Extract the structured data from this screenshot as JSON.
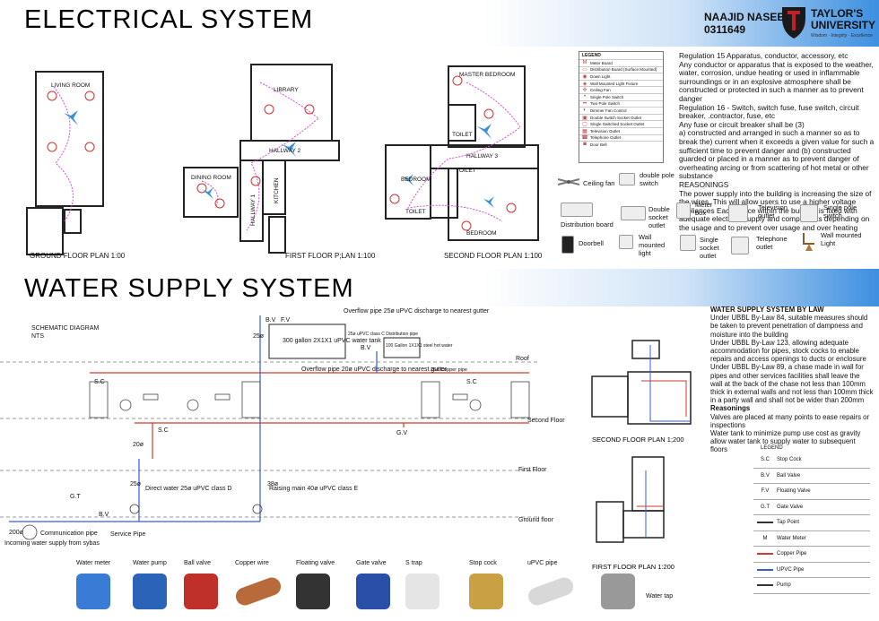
{
  "header": {
    "title_electrical": "ELECTRICAL SYSTEM",
    "title_water": "WATER SUPPLY SYSTEM",
    "author_name": "NAAJID NASEEM",
    "author_id": "0311649",
    "university_line1": "TAYLOR'S",
    "university_line2": "UNIVERSITY",
    "university_tagline": "Wisdom · Integrity · Excellence"
  },
  "electrical": {
    "plans": {
      "ground": "GROUND FLOOR PLAN 1:00",
      "first": "FIRST FLOOR P;LAN 1:100",
      "second": "SECOND FLOOR PLAN 1:100"
    },
    "rooms": {
      "living": "LIVING ROOM",
      "library": "LIBRARY",
      "dining": "DINING ROOM",
      "hallway1": "HALLWAY 1",
      "hallway2": "HALLWAY 2",
      "kitchen": "KITCHEN",
      "master": "MASTER BEDROOM",
      "toilet_a": "TOILET",
      "toilet_b": "TOILET",
      "toilet_c": "TOILET",
      "hallway3": "HALLWAY 3",
      "bedroom_a": "BEDROOM",
      "bedroom_b": "BEDROOM"
    },
    "legend": {
      "title": "LEGEND",
      "items": [
        "Meter Board",
        "Distribution Board (Surface Mounted)",
        "Down Light",
        "Wall Mounted Light Fixture",
        "Ceiling Fan",
        "Single Pole Switch",
        "Two Pole Switch",
        "Dimmer Fan Control",
        "Double Switch Socket Outlet",
        "Single Switched Socket Outlet",
        "Television Outlet",
        "Telephone Outlet",
        "Door Bell"
      ]
    },
    "regulations": [
      "Regulation 15 Apparatus, conductor, accessory, etc",
      "Any conductor or apparatus that is exposed to the weather, water, corrosion, undue heating       or used in inflammable surroundings or in an explosive atmosphere shall be constructed or protected in such a manner as to prevent danger",
      "Regulation 16 - Switch, switch fuse, fuse switch, circuit breaker, .contractor, fuse, etc",
      "Any fuse or circuit breaker shall be (3)",
      "a) constructed and arranged in such a manner so as to break the) current when it exceeds a given value for such a sufficient time to prevent danger and (b) constructed guarded or placed in a manner as to prevent danger of overheating arcing or from scattering of hot metal or other substance",
      "REASONINGS",
      "The power supply into the building is increasing the size of the wires. This will allow users to use a higher voltage appliances Each space within the building is fixed  with adequate electrical supply and components depending on the usage and to prevent over usage and over heating"
    ],
    "fixtures": {
      "ceiling_fan": "Ceiling fan",
      "double_pole": "double pole switch",
      "distribution": "Distribution board",
      "double_socket": "Double socket outlet",
      "meter_box": "Meter box",
      "tv_outlet": "Television outlet",
      "single_pole": "Single pole switch",
      "doorbell": "Doorbell",
      "wall_light_a": "Wall mounted light",
      "single_socket": "Single socket outlet",
      "telephone": "Telephone outlet",
      "wall_light_b": "Wall mounted Light"
    }
  },
  "water": {
    "schematic_title": "SCHEMATIC DIAGRAM",
    "schematic_scale": "NTS",
    "overflow_top": "Overflow pipe 25ø uPVC discharge to nearest gutter",
    "tank_main": "300 gallon 2X1X1 uPVC water tank",
    "tank_pipe": "25ø uPVC class C Distribution pipe",
    "tank_hot": "100 Gallon 1X1X1 steel hot water",
    "overflow_mid": "Overflow pipe 20ø uPVC discharge to nearest gutter",
    "copper_pipe": "25ø Copper pipe",
    "roof": "Roof",
    "second_floor": "Second Floor",
    "first_floor": "First Floor",
    "ground_floor": "Ground floor",
    "direct_water": "Direct water 25ø uPVC class D",
    "raising_main": "Raising main 40ø uPVC class E",
    "service_pipe": "Service Pipe",
    "communication_pipe": "Communication pipe",
    "incoming": "Incoming water supply from sybas",
    "d200": "200ø",
    "d25": "25ø",
    "d20": "20ø",
    "d38": "38ø",
    "sc": "S.C",
    "bv": "B.V",
    "fv": "F.V",
    "gv": "G.V",
    "gt": "G.T",
    "plan_second": "SECOND FLOOR PLAN 1;200",
    "plan_first": "FIRST FLOOR PLAN 1:200",
    "law": {
      "heading": "WATER SUPPLY SYSTEM BY LAW",
      "lines": [
        "Under UBBL By-Law 84, suitable measures should be taken to prevent penetration of dampness and moisture into the building",
        "Under UBBL By-Law 123, allowing adequate accommodation for pipes, stock cocks to enable repairs and access openings to ducts or enclosure",
        "Under UBBL By-Law 89, a chase made in wall for pipes and other services facilities shall leave the wall at the back of the chase not less than 100mm thick in external walls and not less than 100mm thick in a party wall and shall not be wider than 200mm"
      ],
      "reason_head": "Reasonings",
      "reasons": [
        "Valves are placed at many points to ease repairs or inspections",
        "Water tank to minimize pump use cost as gravity allow water tank to supply water to subsequent floors"
      ]
    },
    "legend": {
      "title": "LEGEND",
      "items": [
        {
          "key": "S.C",
          "label": "Stop Cock"
        },
        {
          "key": "B.V",
          "label": "Ball Valve"
        },
        {
          "key": "F.V",
          "label": "Floating Valve"
        },
        {
          "key": "G.T",
          "label": "Gate Valve"
        },
        {
          "key": "",
          "label": "Tap Point"
        },
        {
          "key": "M",
          "label": "Water Meter"
        },
        {
          "key": "",
          "label": "Copper Pipe"
        },
        {
          "key": "",
          "label": "UPVC Pipe"
        },
        {
          "key": "",
          "label": "Pump"
        }
      ]
    },
    "components": [
      "Water meter",
      "Water pump",
      "Ball valve",
      "Copper wire",
      "Floating valve",
      "Gate valve",
      "S trap",
      "Stop cock",
      "uPVC pipe",
      "Water tap"
    ]
  },
  "colors": {
    "band_end": "#3d8fe0",
    "copper": "#d33a2c",
    "upvc": "#3a5bd6",
    "wiring": "#d64fd0"
  }
}
